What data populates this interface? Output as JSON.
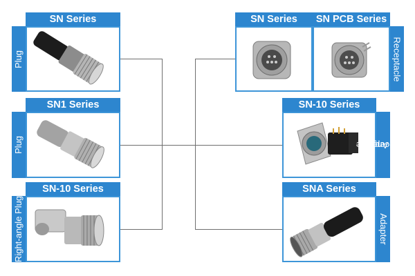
{
  "left": [
    {
      "series": "SN Series",
      "type": "Plug",
      "icon": "straight-plug"
    },
    {
      "series": "SN1 Series",
      "type": "Plug",
      "icon": "straight-plug-metal"
    },
    {
      "series": "SN-10 Series",
      "type": "Right-angle Plug",
      "icon": "right-angle-plug"
    }
  ],
  "right": [
    {
      "series": "SN Series",
      "icon": "receptacle"
    },
    {
      "series": "SN PCB Series",
      "icon": "pcb-receptacle"
    },
    {
      "group_type": "Receptacle"
    },
    {
      "series": "SN-10 Series",
      "type_line1": "Right Angle",
      "type_line2": "Receptacle",
      "icon": "right-angle-receptacle"
    },
    {
      "series": "SNA Series",
      "type": "Adapter",
      "icon": "adapter"
    }
  ],
  "colors": {
    "accent": "#2d86cf",
    "border": "#3d95d8",
    "connector": "#6e6e6e"
  }
}
